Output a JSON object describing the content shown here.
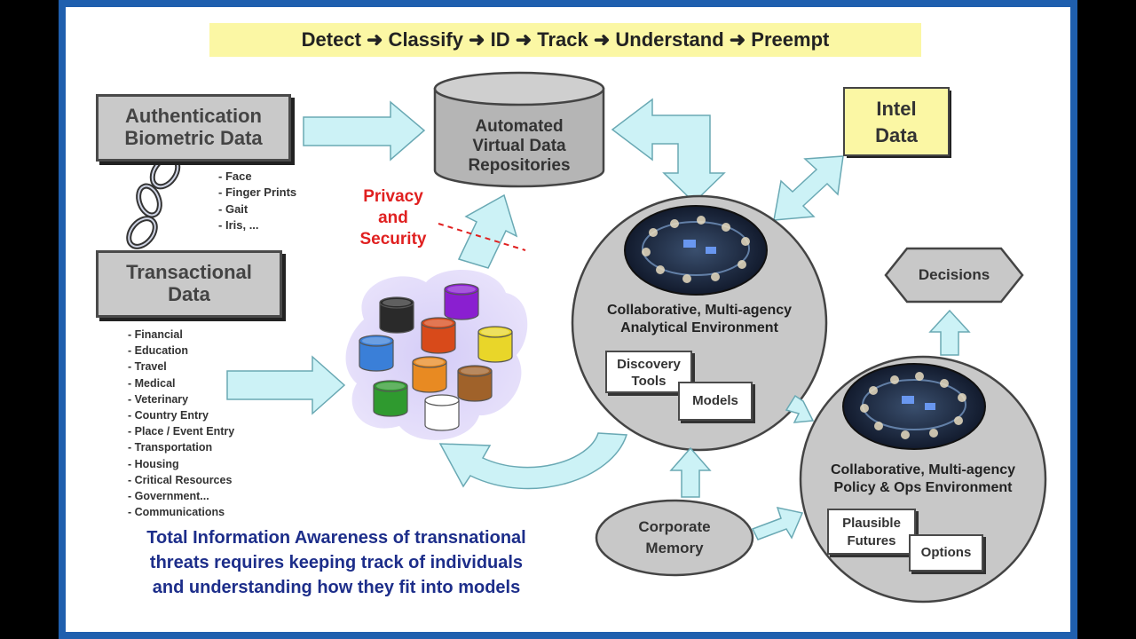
{
  "banner": {
    "text": "Detect ➜ Classify ➜ ID ➜ Track ➜ Understand ➜ Preempt"
  },
  "auth": {
    "line1": "Authentication",
    "line2": "Biometric Data"
  },
  "biometrics": [
    "Face",
    "Finger Prints",
    "Gait",
    "Iris, ..."
  ],
  "transactional": {
    "line1": "Transactional",
    "line2": "Data"
  },
  "transactions": [
    "Financial",
    "Education",
    "Travel",
    "Medical",
    "Veterinary",
    "Country Entry",
    "Place / Event Entry",
    "Transportation",
    "Housing",
    "Critical Resources",
    "Government...",
    "Communications"
  ],
  "repo": {
    "line1": "Automated",
    "line2": "Virtual Data",
    "line3": "Repositories"
  },
  "privacy": {
    "line1": "Privacy",
    "line2": "and",
    "line3": "Security"
  },
  "intel": {
    "line1": "Intel",
    "line2": "Data"
  },
  "analytical": {
    "line1": "Collaborative, Multi-agency",
    "line2": "Analytical Environment",
    "discovery1": "Discovery",
    "discovery2": "Tools",
    "models": "Models"
  },
  "decisions": {
    "label": "Decisions"
  },
  "policy": {
    "line1": "Collaborative, Multi-agency",
    "line2": "Policy & Ops Environment",
    "plausible1": "Plausible",
    "plausible2": "Futures",
    "options": "Options"
  },
  "memory": {
    "line1": "Corporate",
    "line2": "Memory"
  },
  "caption": {
    "line1": "Total Information Awareness of transnational",
    "line2": "threats requires keeping track of individuals",
    "line3": "and understanding how they fit into models"
  },
  "colors": {
    "frame": "#1f5fae",
    "banner": "#fbf7a4",
    "arrow": "#ccf2f6",
    "arrow_stroke": "#6aa9b4",
    "box_grey": "#c9c9c9",
    "privacy_red": "#e02020",
    "caption_blue": "#1d2e8a",
    "cylinders": [
      "#2a2a2a",
      "#8a1fd0",
      "#3a7fd8",
      "#d84a1a",
      "#e9d629",
      "#e88a22",
      "#2f9a2f",
      "#a0622a",
      "#ffffff"
    ]
  }
}
